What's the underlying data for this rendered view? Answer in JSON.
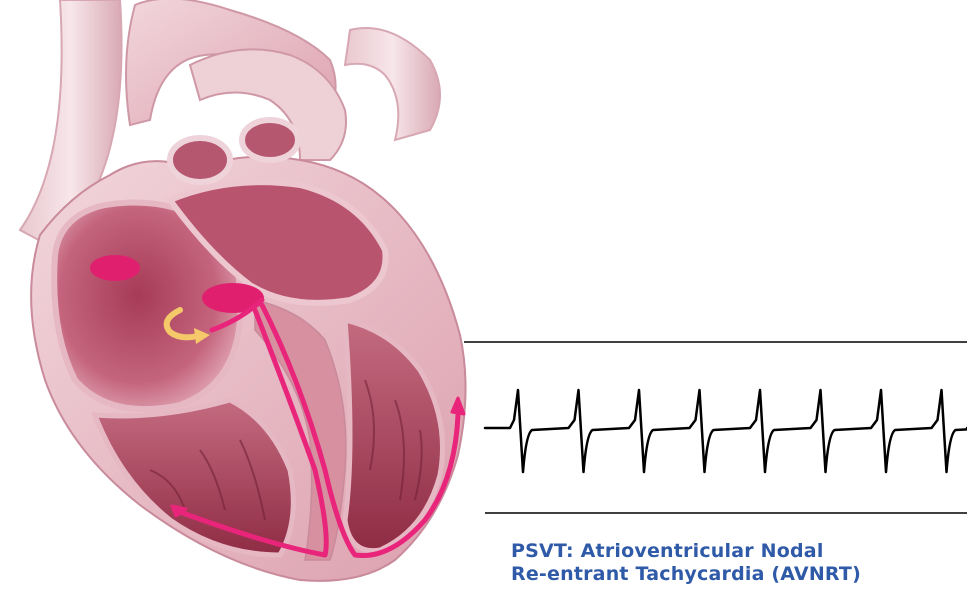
{
  "caption": {
    "line1": "PSVT: Atrioventricular Nodal",
    "line2": "Re-entrant Tachycardia (AVNRT)"
  },
  "colors": {
    "pathway": "#e8257a",
    "reentry_arrow": "#f5c96a",
    "node": "#e0206e",
    "ecg": "#000000",
    "caption": "#2f5aa8"
  },
  "ecg": {
    "rhythm": "regular narrow-complex tachycardia",
    "complex_count": 8
  }
}
